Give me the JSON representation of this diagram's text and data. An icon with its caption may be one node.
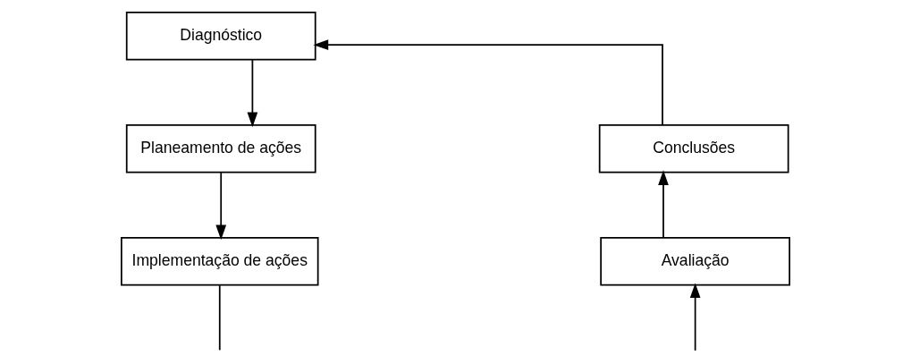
{
  "diagram": {
    "nodes": [
      {
        "text": [
          "Diagnóstico"
        ]
      },
      {
        "text": [
          "Planeamento de ações"
        ]
      },
      {
        "text": [
          "Implementação de ações"
        ]
      },
      {
        "text": [
          "Avaliação"
        ]
      },
      {
        "text": [
          "Conclusões"
        ]
      }
    ],
    "edges": [
      {
        "from": 4,
        "to": 0,
        "arrow": "to"
      },
      {
        "from": 0,
        "to": 1,
        "arrow": "to"
      },
      {
        "from": 1,
        "to": 2,
        "arrow": "to"
      },
      {
        "from": 2,
        "to": null,
        "arrow": "none"
      },
      {
        "from": null,
        "to": 3,
        "arrow": "to"
      },
      {
        "from": 3,
        "to": 4,
        "arrow": "to"
      }
    ]
  }
}
